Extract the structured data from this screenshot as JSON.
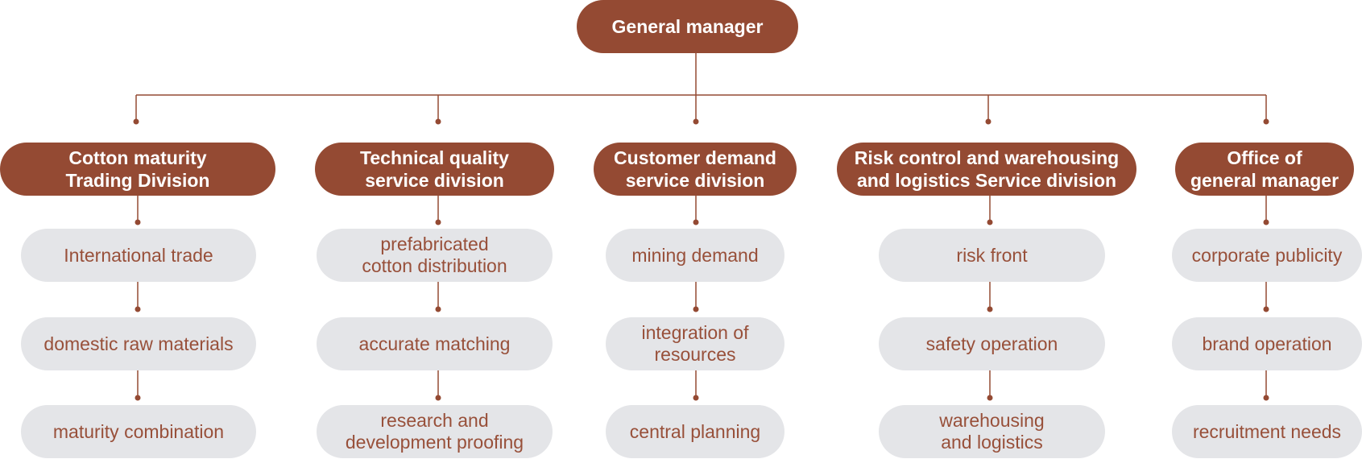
{
  "root": {
    "label": "General manager"
  },
  "divisions": [
    {
      "label": "Cotton maturity\nTrading Division",
      "items": [
        "International trade",
        "domestic raw materials",
        "maturity combination"
      ]
    },
    {
      "label": "Technical quality\nservice division",
      "items": [
        "prefabricated\ncotton distribution",
        "accurate matching",
        "research and\ndevelopment proofing"
      ]
    },
    {
      "label": "Customer demand\nservice division",
      "items": [
        "mining demand",
        "integration of\nresources",
        "central planning"
      ]
    },
    {
      "label": "Risk control and warehousing\nand logistics Service division",
      "items": [
        "risk front",
        "safety operation",
        "warehousing\nand logistics"
      ]
    },
    {
      "label": "Office of\ngeneral manager",
      "items": [
        "corporate publicity",
        "brand operation",
        "recruitment needs"
      ]
    }
  ],
  "colors": {
    "brand": "#944a33",
    "item_bg": "#e4e5e8",
    "item_text": "#98503a",
    "line": "#944a33"
  }
}
